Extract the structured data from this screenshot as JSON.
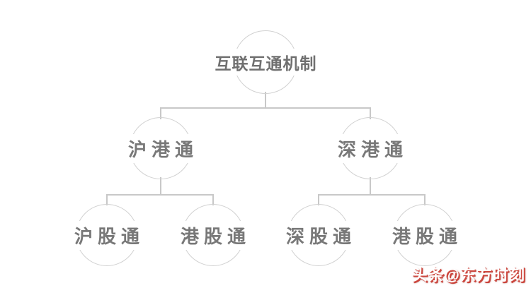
{
  "diagram": {
    "title_node": {
      "label": "互联互通机制"
    },
    "level2": [
      {
        "label": "沪港通"
      },
      {
        "label": "深港通"
      }
    ],
    "level3": [
      {
        "label": "沪股通"
      },
      {
        "label": "港股通"
      },
      {
        "label": "深股通"
      },
      {
        "label": "港股通"
      }
    ]
  },
  "watermark": {
    "text": "头条@东方时刻"
  },
  "colors": {
    "background": "#ffffff",
    "line": "#c8c8c8",
    "circle_stroke": "#d1d1d1",
    "node_text": "#787878",
    "watermark_fill": "#ffffff",
    "watermark_shadow": "#c8423a"
  }
}
